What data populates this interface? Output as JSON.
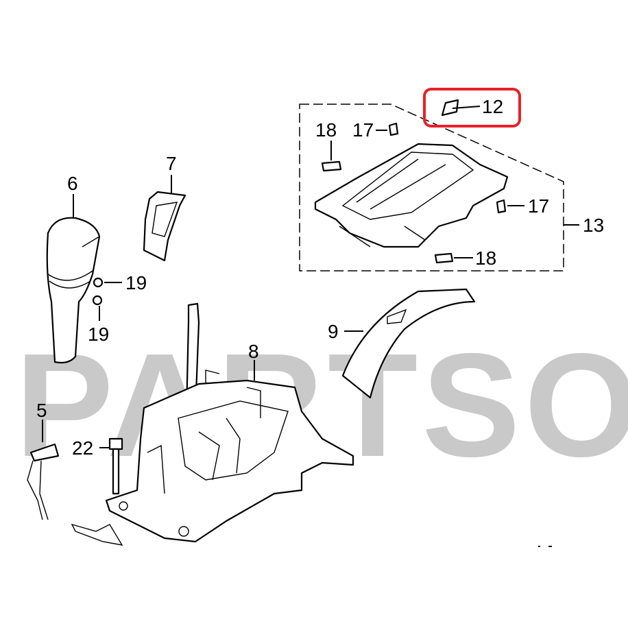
{
  "watermark": "PARTSO",
  "highlight_color": "#e8202a",
  "highlighted_part": "12",
  "callouts": {
    "p12": "12",
    "p18a": "18",
    "p17a": "17",
    "p17b": "17",
    "p13": "13",
    "p18b": "18",
    "p6": "6",
    "p7": "7",
    "p19a": "19",
    "p19b": "19",
    "p9": "9",
    "p8": "8",
    "p5": "5",
    "p22": "22"
  }
}
